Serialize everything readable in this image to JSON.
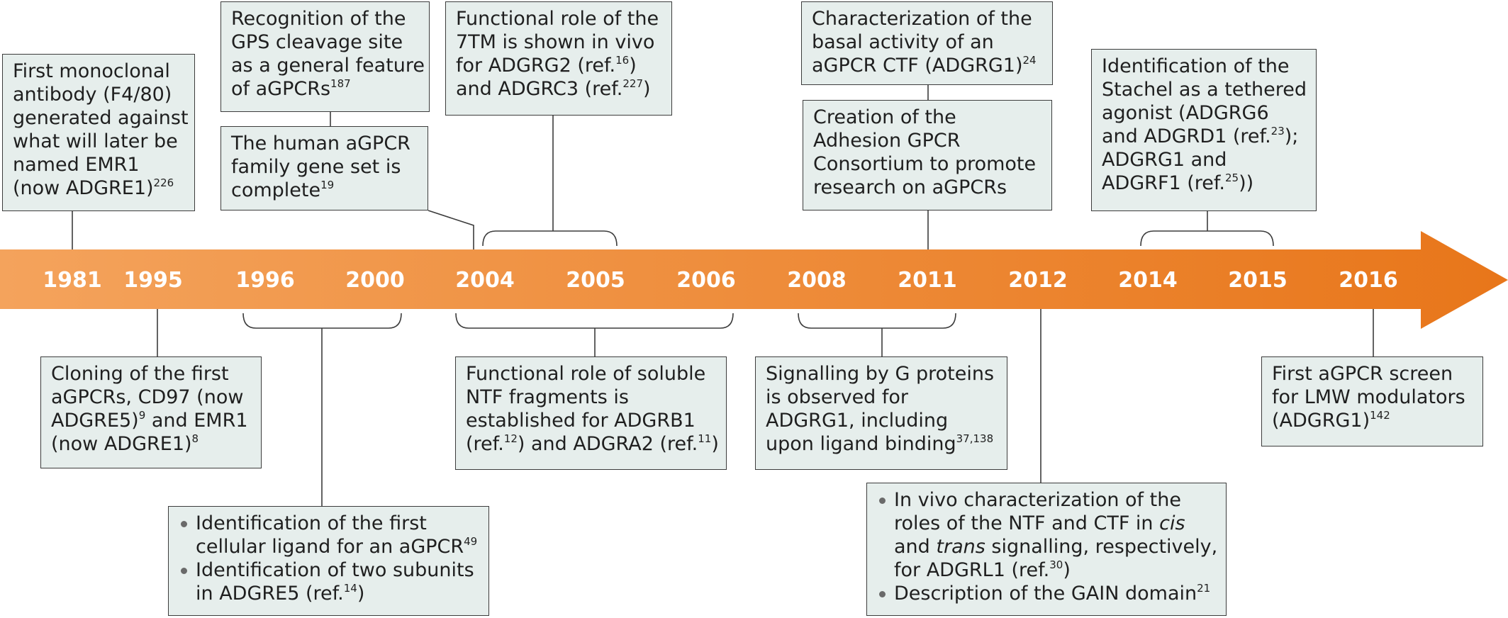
{
  "timeline": {
    "years": [
      "1981",
      "1995",
      "1996",
      "2000",
      "2004",
      "2005",
      "2006",
      "2008",
      "2011",
      "2012",
      "2014",
      "2015",
      "2016"
    ]
  },
  "events": {
    "y1981": {
      "lines": [
        [
          {
            "t": "First monoclonal"
          }
        ],
        [
          {
            "t": "antibody (F4/80)"
          }
        ],
        [
          {
            "t": "generated against"
          }
        ],
        [
          {
            "t": "what will later be"
          }
        ],
        [
          {
            "t": "named EMR1"
          }
        ],
        [
          {
            "t": "(now ADGRE1)"
          },
          {
            "t": "226",
            "sup": true
          }
        ]
      ]
    },
    "y1995": {
      "lines": [
        [
          {
            "t": "Cloning of the first"
          }
        ],
        [
          {
            "t": "aGPCRs, CD97 (now"
          }
        ],
        [
          {
            "t": "ADGRE5)"
          },
          {
            "t": "9",
            "sup": true
          },
          {
            "t": " and EMR1"
          }
        ],
        [
          {
            "t": "(now ADGRE1)"
          },
          {
            "t": "8",
            "sup": true
          }
        ]
      ]
    },
    "y1996_2000": {
      "bullets": [
        [
          [
            {
              "t": "Identification of the first"
            }
          ],
          [
            {
              "t": "cellular ligand for an aGPCR"
            },
            {
              "t": "49",
              "sup": true
            }
          ]
        ],
        [
          [
            {
              "t": "Identification of two subunits"
            }
          ],
          [
            {
              "t": "in ADGRE5 (ref."
            },
            {
              "t": "14",
              "sup": true
            },
            {
              "t": ")"
            }
          ]
        ]
      ]
    },
    "gps": {
      "lines": [
        [
          {
            "t": "Recognition of the"
          }
        ],
        [
          {
            "t": "GPS cleavage site"
          }
        ],
        [
          {
            "t": "as a general feature"
          }
        ],
        [
          {
            "t": "of aGPCRs"
          },
          {
            "t": "187",
            "sup": true
          }
        ]
      ]
    },
    "gene_set": {
      "lines": [
        [
          {
            "t": "The human aGPCR"
          }
        ],
        [
          {
            "t": "family gene set is"
          }
        ],
        [
          {
            "t": "complete"
          },
          {
            "t": "19",
            "sup": true
          }
        ]
      ]
    },
    "tm7": {
      "lines": [
        [
          {
            "t": "Functional role of the"
          }
        ],
        [
          {
            "t": "7TM is shown in vivo"
          }
        ],
        [
          {
            "t": "for ADGRG2 (ref."
          },
          {
            "t": "16",
            "sup": true
          },
          {
            "t": ")"
          }
        ],
        [
          {
            "t": "and ADGRC3 (ref."
          },
          {
            "t": "227",
            "sup": true
          },
          {
            "t": ")"
          }
        ]
      ]
    },
    "ntf": {
      "lines": [
        [
          {
            "t": "Functional role of soluble"
          }
        ],
        [
          {
            "t": "NTF fragments is"
          }
        ],
        [
          {
            "t": "established for ADGRB1"
          }
        ],
        [
          {
            "t": "(ref."
          },
          {
            "t": "12",
            "sup": true
          },
          {
            "t": ") and ADGRA2 (ref."
          },
          {
            "t": "11",
            "sup": true
          },
          {
            "t": ")"
          }
        ]
      ]
    },
    "g_protein": {
      "lines": [
        [
          {
            "t": "Signalling by G proteins"
          }
        ],
        [
          {
            "t": "is observed for"
          }
        ],
        [
          {
            "t": "ADGRG1, including"
          }
        ],
        [
          {
            "t": "upon ligand binding"
          },
          {
            "t": "37,138",
            "sup": true
          }
        ]
      ]
    },
    "basal": {
      "lines": [
        [
          {
            "t": "Characterization of the"
          }
        ],
        [
          {
            "t": "basal activity of an"
          }
        ],
        [
          {
            "t": "aGPCR CTF (ADGRG1)"
          },
          {
            "t": "24",
            "sup": true
          }
        ]
      ]
    },
    "consortium": {
      "lines": [
        [
          {
            "t": "Creation of the"
          }
        ],
        [
          {
            "t": "Adhesion GPCR"
          }
        ],
        [
          {
            "t": "Consortium to promote"
          }
        ],
        [
          {
            "t": "research on aGPCRs"
          }
        ]
      ]
    },
    "y2012": {
      "bullets": [
        [
          [
            {
              "t": "In vivo characterization of the"
            }
          ],
          [
            {
              "t": "roles of the NTF and CTF in "
            },
            {
              "t": "cis",
              "it": true
            }
          ],
          [
            {
              "t": "and "
            },
            {
              "t": "trans",
              "it": true
            },
            {
              "t": " signalling, respectively,"
            }
          ],
          [
            {
              "t": "for ADGRL1 (ref."
            },
            {
              "t": "30",
              "sup": true
            },
            {
              "t": ")"
            }
          ]
        ],
        [
          [
            {
              "t": "Description of the GAIN domain"
            },
            {
              "t": "21",
              "sup": true
            }
          ]
        ]
      ]
    },
    "stachel": {
      "lines": [
        [
          {
            "t": "Identification of the"
          }
        ],
        [
          {
            "t": "Stachel as a tethered"
          }
        ],
        [
          {
            "t": "agonist (ADGRG6"
          }
        ],
        [
          {
            "t": "and ADGRD1 (ref."
          },
          {
            "t": "23",
            "sup": true
          },
          {
            "t": ");"
          }
        ],
        [
          {
            "t": "ADGRG1 and"
          }
        ],
        [
          {
            "t": "ADGRF1 (ref."
          },
          {
            "t": "25",
            "sup": true
          },
          {
            "t": "))"
          }
        ]
      ]
    },
    "y2016": {
      "lines": [
        [
          {
            "t": "First aGPCR screen"
          }
        ],
        [
          {
            "t": "for LMW modulators"
          }
        ],
        [
          {
            "t": "(ADGRG1)"
          },
          {
            "t": "142",
            "sup": true
          }
        ]
      ]
    }
  },
  "colors": {
    "arrow_start": "#f4a35c",
    "arrow_end": "#e8761a",
    "box_fill": "#e6eeec",
    "box_border": "#3c3c3c",
    "connector": "#3c3c3c",
    "year_text": "#ffffff"
  }
}
